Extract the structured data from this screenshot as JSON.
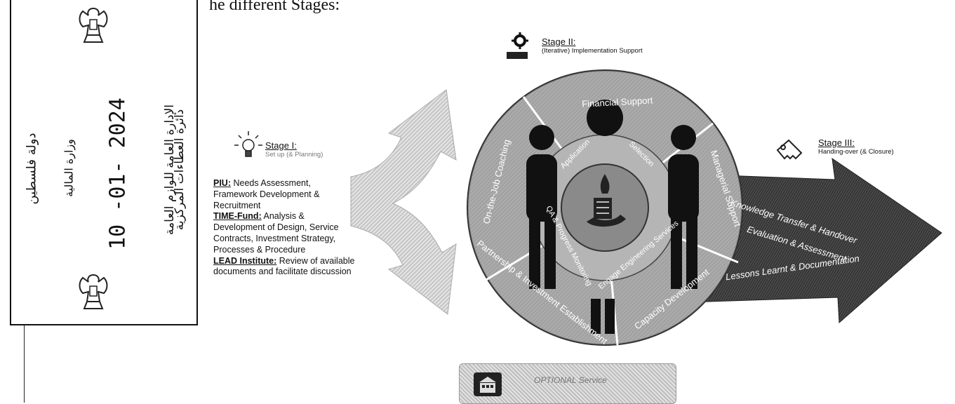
{
  "heading": "he different Stages:",
  "stamp": {
    "ministry": "وزارة المالية",
    "country": "دولة فلسطين",
    "date": "10 -01- 2024",
    "department": "الإدارة العامة للوازم العامة",
    "directorate": "دائرة العطاءات المركزية"
  },
  "stage1": {
    "title": "Stage I:",
    "subtitle": "Set up (& Planning)",
    "piu_label": "PIU:",
    "piu_text": " Needs Assessment, Framework Development & Recruitment",
    "time_label": "TIME-Fund:",
    "time_text": " Analysis & Development of Design, Service Contracts, Investment Strategy, Processes & Procedure",
    "lead_label": "LEAD Institute:",
    "lead_text": " Review of available documents and facilitate discussion"
  },
  "stage2": {
    "title": "Stage II:",
    "subtitle": "(Iterative) Implementation Support",
    "segments": [
      "Financial Support",
      "Managerial Support",
      "Capacity Development",
      "Partnership & Investment Establishment",
      "On-the-Job Coaching"
    ],
    "inner": [
      "Application",
      "Selection",
      "Engage Engineering Services",
      "QA & Progress Monitoring"
    ]
  },
  "stage3": {
    "title": "Stage III:",
    "subtitle": "Handing-over (& Closure)",
    "arrow_lines": [
      "Knowledge Transfer & Handover",
      "Evaluation & Assessment",
      "Lessons Learnt & Documentation"
    ]
  },
  "optional": {
    "label": "OPTIONAL Service"
  },
  "colors": {
    "wheel_ring": "#8d8d8d",
    "wheel_inner": "#b5b5b5",
    "arrow_dark": "#3a3a3a",
    "hatch": "#c8c8c8"
  }
}
